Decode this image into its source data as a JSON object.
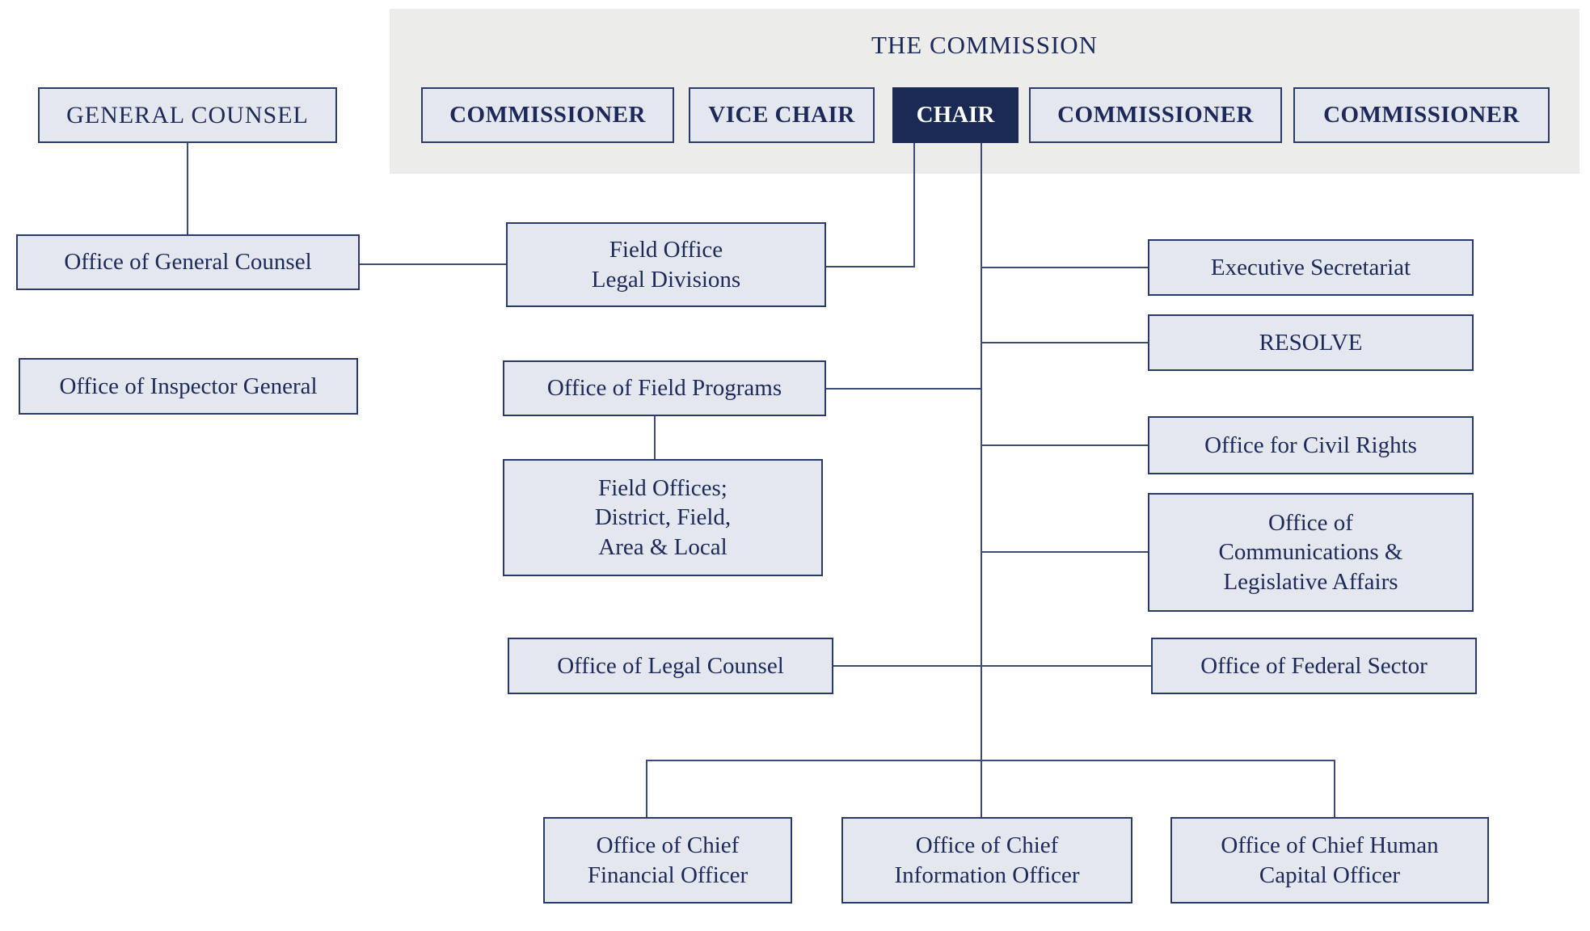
{
  "band": {
    "title": "THE COMMISSION",
    "background": "#ECECEB"
  },
  "colors": {
    "box_fill": "#E4E7EE",
    "box_border": "#2B3B69",
    "text": "#1C2A5B",
    "chair_fill": "#1B2A55",
    "chair_text": "#FFFFFF",
    "connector": "#3C4C77"
  },
  "nodes": {
    "general_counsel": "GENERAL COUNSEL",
    "commissioner_1": "COMMISSIONER",
    "vice_chair": "VICE CHAIR",
    "chair": "CHAIR",
    "commissioner_2": "COMMISSIONER",
    "commissioner_3": "COMMISSIONER",
    "office_general_counsel": "Office of General Counsel",
    "office_inspector_general": "Office of Inspector General",
    "field_office_legal_divisions": "Field Office\nLegal Divisions",
    "office_field_programs": "Office of Field Programs",
    "field_offices": "Field Offices;\nDistrict, Field,\nArea & Local",
    "office_legal_counsel": "Office of Legal Counsel",
    "executive_secretariat": "Executive Secretariat",
    "resolve": "RESOLVE",
    "office_civil_rights": "Office for Civil Rights",
    "office_communications": "Office of\nCommunications &\nLegislative Affairs",
    "office_federal_sector": "Office of Federal Sector",
    "office_cfo": "Office of Chief\nFinancial Officer",
    "office_cio": "Office of Chief\nInformation Officer",
    "office_chco": "Office of Chief Human\nCapital Officer"
  }
}
